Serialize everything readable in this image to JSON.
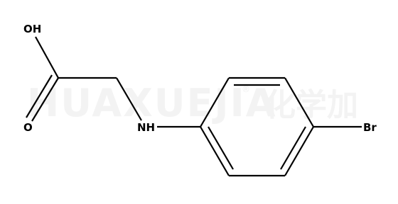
{
  "watermark": {
    "latin": "HUAXUEJIA",
    "registered_mark": "®",
    "cjk": "化学加"
  },
  "atoms": {
    "oh": "OH",
    "o": "O",
    "nh": "NH",
    "br": "Br"
  },
  "colors": {
    "bond": "#000000",
    "label": "#000000",
    "watermark": "#f3f3f3",
    "background": "#ffffff"
  }
}
